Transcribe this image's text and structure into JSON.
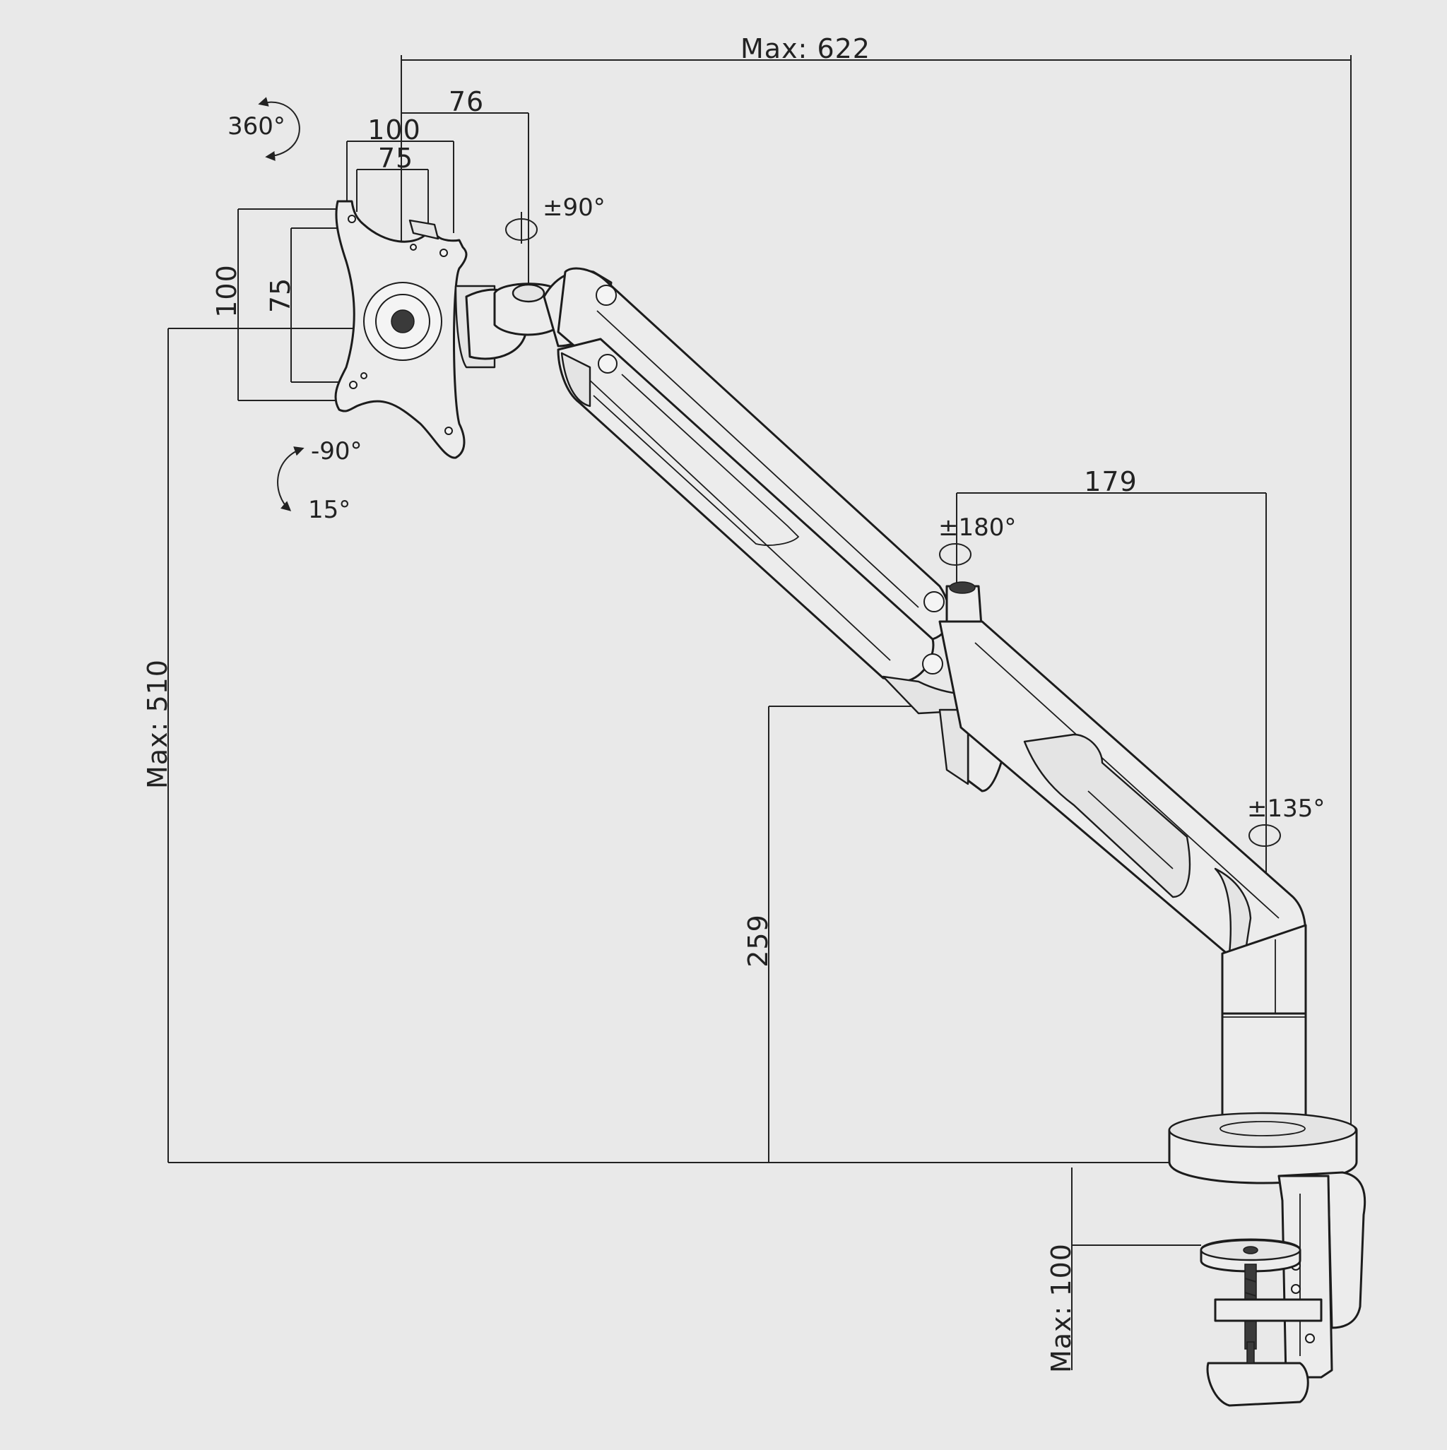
{
  "diagram": {
    "dimensions": {
      "max_width": "Max: 622",
      "arm_offset": "76",
      "vesa_width_large": "100",
      "vesa_width_small": "75",
      "vesa_height_large": "100",
      "vesa_height_small": "75",
      "max_height": "Max: 510",
      "elbow_offset": "179",
      "elbow_height": "259",
      "clamp_max": "Max: 100"
    },
    "angles": {
      "rotation": "360°",
      "swivel_head": "±90°",
      "tilt_up": "-90°",
      "tilt_down": "15°",
      "swivel_elbow": "±180°",
      "swivel_base": "±135°"
    },
    "colors": {
      "background": "#e9e9e9",
      "line": "#222222"
    }
  }
}
